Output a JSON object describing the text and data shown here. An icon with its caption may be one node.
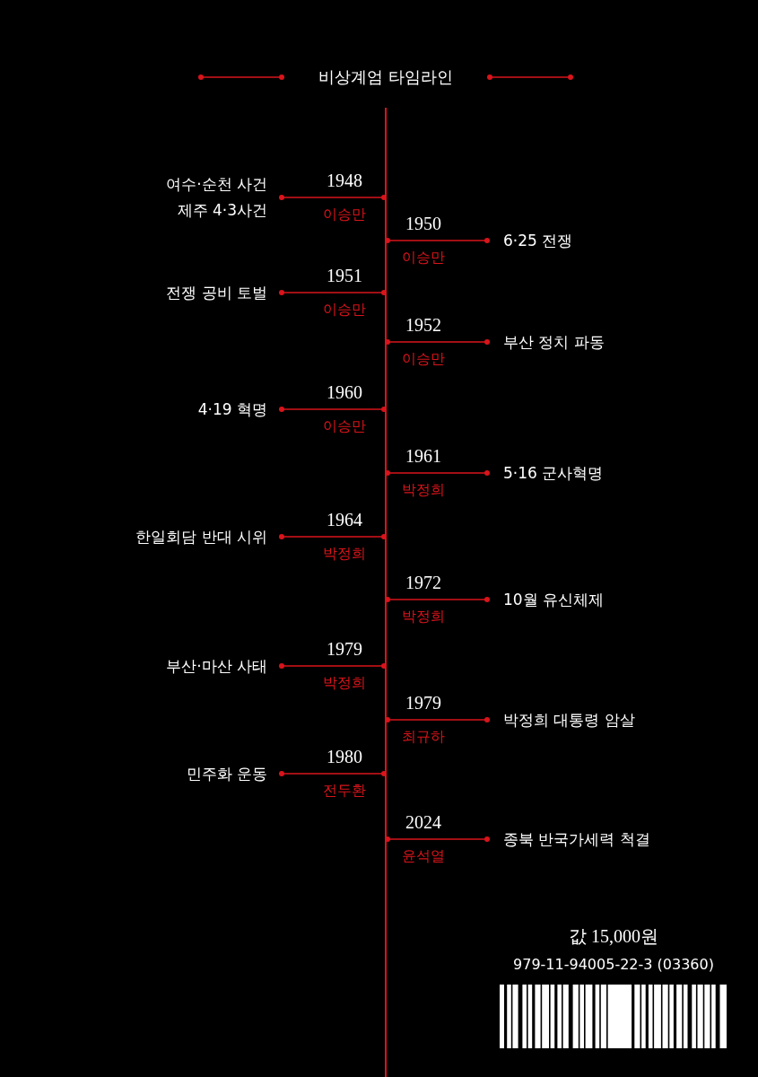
{
  "diagram": {
    "title": "비상계엄 타임라인",
    "nodes": [
      {
        "text": [],
        "shape": "bar"
      },
      {
        "text": [
          "여수·순천 사건",
          "제주 4·3사건"
        ],
        "beside": [
          "1948",
          "이승만"
        ]
      },
      {
        "text": [
          "6·25 전쟁"
        ],
        "beside": [
          "1950",
          "이승만"
        ]
      },
      {
        "text": [
          "전쟁 공비 토벌"
        ],
        "beside": [
          "1951",
          "이승만"
        ]
      },
      {
        "text": [
          "부산 정치 파동"
        ],
        "beside": [
          "1952",
          "이승만"
        ]
      },
      {
        "text": [
          "4·19 혁명"
        ],
        "beside": [
          "1960",
          "이승만"
        ]
      },
      {
        "text": [
          "5·16 군사혁명"
        ],
        "beside": [
          "1961",
          "박정희"
        ]
      },
      {
        "text": [
          "한일회담 반대 시위"
        ],
        "beside": [
          "1964",
          "박정희"
        ]
      },
      {
        "text": [
          "10월 유신체제"
        ],
        "beside": [
          "1972",
          "박정희"
        ]
      },
      {
        "text": [
          "부산·마산 사태"
        ],
        "beside": [
          "1979",
          "박정희"
        ]
      },
      {
        "text": [
          "박정희 대통령 암살"
        ],
        "beside": [
          "1979",
          "최규하"
        ]
      },
      {
        "text": [
          "민주화 운동"
        ],
        "beside": [
          "1980",
          "전두환"
        ]
      },
      {
        "text": [
          "종북 반국가세력 척결"
        ],
        "beside": [
          "2024",
          "윤석열"
        ]
      }
    ],
    "edges": [
      {
        "from": 1,
        "to": 0,
        "arrow": "other"
      },
      {
        "from": 2,
        "to": 0,
        "arrow": "other"
      },
      {
        "from": 3,
        "to": 0,
        "arrow": "other"
      },
      {
        "from": 4,
        "to": 0,
        "arrow": "other"
      },
      {
        "from": 5,
        "to": 0,
        "arrow": "other"
      },
      {
        "from": 6,
        "to": 0,
        "arrow": "other"
      },
      {
        "from": 7,
        "to": 0,
        "arrow": "other"
      },
      {
        "from": 8,
        "to": 0,
        "arrow": "other"
      },
      {
        "from": 9,
        "to": 0,
        "arrow": "other"
      },
      {
        "from": 10,
        "to": 0,
        "arrow": "other"
      },
      {
        "from": 11,
        "to": 0,
        "arrow": "other"
      },
      {
        "from": 12,
        "to": 0,
        "arrow": "other"
      }
    ],
    "labels": [
      "값 15,000원",
      "979-11-94005-22-3 (03360)"
    ]
  }
}
